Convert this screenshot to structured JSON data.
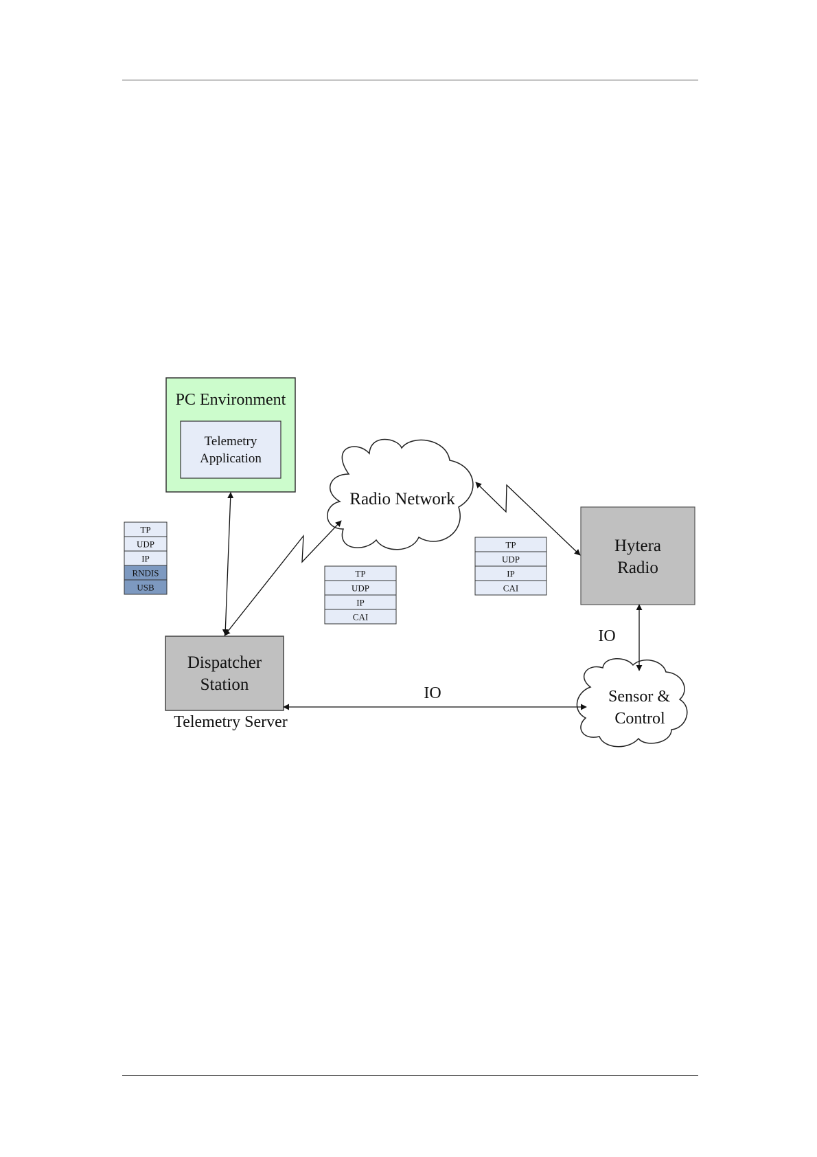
{
  "diagram": {
    "pc_environment": {
      "title": "PC Environment",
      "application_line1": "Telemetry",
      "application_line2": "Application"
    },
    "radio_network": {
      "label": "Radio Network"
    },
    "hytera_radio": {
      "line1": "Hytera",
      "line2": "Radio"
    },
    "dispatcher_station": {
      "line1": "Dispatcher",
      "line2": "Station",
      "caption": "Telemetry Server"
    },
    "sensor_control": {
      "line1": "Sensor &",
      "line2": "Control"
    },
    "link_labels": {
      "radio_io": "IO",
      "server_io": "IO"
    },
    "stacks": {
      "pc_stack": [
        "TP",
        "UDP",
        "IP",
        "RNDIS",
        "USB"
      ],
      "middle_stack": [
        "TP",
        "UDP",
        "IP",
        "CAI"
      ],
      "right_stack": [
        "TP",
        "UDP",
        "IP",
        "CAI"
      ]
    },
    "colors": {
      "pc_environment_fill": "#ccfccc",
      "application_fill": "#e6ecf8",
      "station_fill": "#c0c0c0",
      "stack_light_fill": "#e6ecf8",
      "stack_dark_fill": "#7d99c0"
    }
  }
}
